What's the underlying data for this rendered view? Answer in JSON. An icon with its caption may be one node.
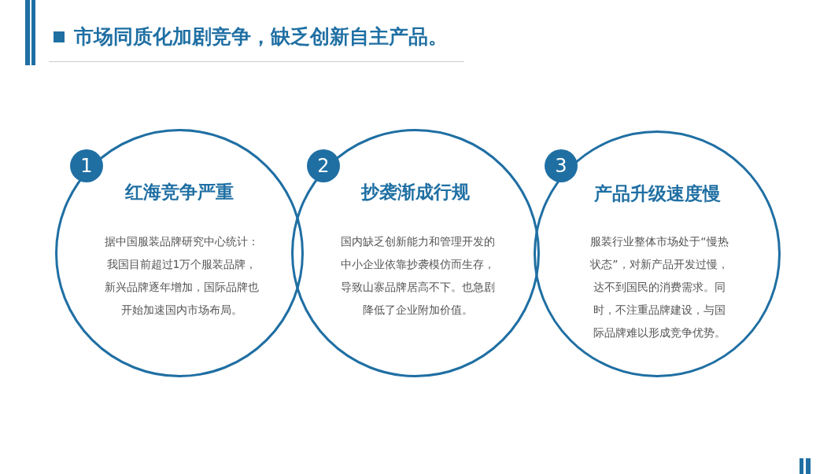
{
  "diagram": {
    "title": "市场同质化加剧竞争，缺乏创新自主产品。",
    "nodes": [
      {
        "text": [
          "红海竞争严重",
          "据中国服装品牌研究中心统计：我国目前超过1万个服装品牌，新兴品牌逐年增加，国际品牌也开始加速国内市场布局。"
        ]
      },
      {
        "text": [
          "1"
        ],
        "in": 0
      },
      {
        "text": [
          "抄袭渐成行规",
          "国内缺乏创新能力和管理开发的中小企业依靠抄袭模仿而生存，导致山寨品牌居高不下。也急剧降低了企业附加价值。"
        ]
      },
      {
        "text": [
          "2"
        ],
        "in": 2
      },
      {
        "text": [
          "产品升级速度慢",
          "服装行业整体市场处于“慢热状态”，对新产品开发过慢，达不到国民的消费需求。同时，不注重品牌建设，与国际品牌难以形成竞争优势。"
        ]
      },
      {
        "text": [
          "3"
        ],
        "in": 4
      }
    ]
  }
}
